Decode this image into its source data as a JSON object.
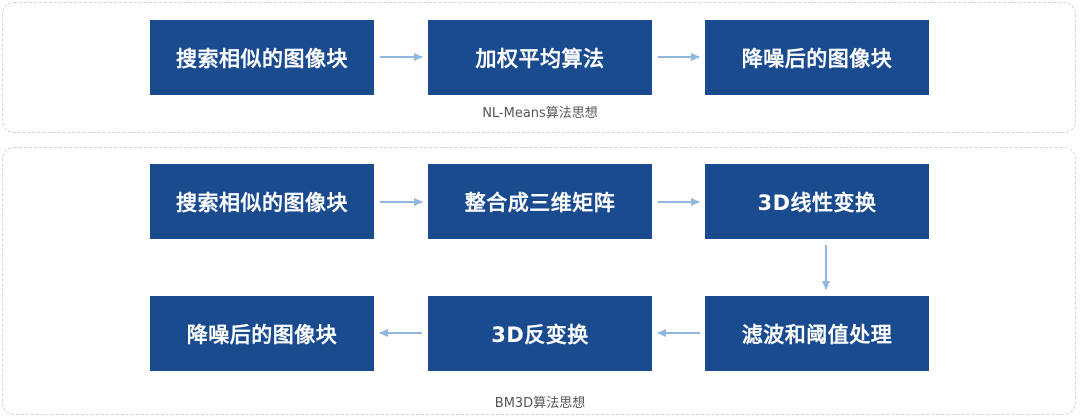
{
  "nl_means": {
    "steps": [
      "搜索相似的图像块",
      "加权平均算法",
      "降噪后的图像块"
    ],
    "caption": "NL-Means算法思想"
  },
  "bm3d": {
    "row1": [
      "搜索相似的图像块",
      "整合成三维矩阵",
      "3D线性变换"
    ],
    "row2": [
      "降噪后的图像块",
      "3D反变换",
      "滤波和阈值处理"
    ],
    "caption": "BM3D算法思想"
  },
  "colors": {
    "box_fill": "#1b4b8f",
    "box_text": "#ffffff",
    "arrow": "#8fb8dc",
    "panel_border": "#d3d3d3",
    "caption_text": "#555555"
  }
}
